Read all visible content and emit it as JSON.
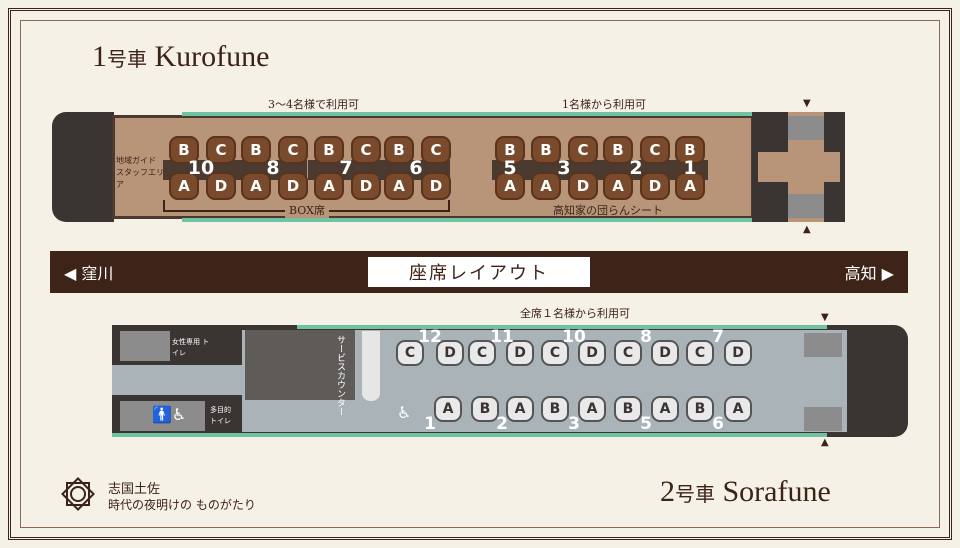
{
  "car1": {
    "title_num": "1",
    "title_suffix": "号車",
    "title_name": "Kurofune",
    "note_left": "3～4名様で利用可",
    "note_right": "1名様から利用可",
    "staff_area": "地域ガイド スタッフエリア",
    "box_label": "BOX席",
    "danran_label": "高知家の団らんシート",
    "box_tables": [
      {
        "num": "10",
        "top": [
          "B",
          "C"
        ],
        "bottom": [
          "A",
          "D"
        ]
      },
      {
        "num": "8",
        "top": [
          "B",
          "C"
        ],
        "bottom": [
          "A",
          "D"
        ]
      },
      {
        "num": "7",
        "top": [
          "B",
          "C"
        ],
        "bottom": [
          "A",
          "D"
        ]
      },
      {
        "num": "6",
        "top": [
          "B",
          "C"
        ],
        "bottom": [
          "A",
          "D"
        ]
      }
    ],
    "danran_tables": [
      {
        "num": "5",
        "top": [
          "B"
        ],
        "bottom": [
          "A"
        ]
      },
      {
        "num": "3",
        "top": [
          "B",
          "C"
        ],
        "bottom": [
          "A",
          "D"
        ]
      },
      {
        "num": "2",
        "top": [
          "B",
          "C"
        ],
        "bottom": [
          "A",
          "D"
        ]
      },
      {
        "num": "1",
        "top": [
          "B"
        ],
        "bottom": [
          "A"
        ]
      }
    ]
  },
  "banner": {
    "left": "◀ 窪川",
    "center": "座席レイアウト",
    "right": "高知 ▶"
  },
  "car2": {
    "title_num": "2",
    "title_suffix": "号車",
    "title_name": "Sorafune",
    "note": "全席１名様から利用可",
    "women_toilet": "女性専用 トイレ",
    "multi_toilet": "多目的 トイレ",
    "service_counter": "サービスカウンター",
    "top_numbers": [
      "12",
      "11",
      "10",
      "8",
      "7"
    ],
    "bottom_numbers": [
      "1",
      "2",
      "3",
      "5",
      "6"
    ],
    "top_seats": [
      "C",
      "D",
      "C",
      "D",
      "C",
      "D",
      "C",
      "D",
      "C",
      "D"
    ],
    "bottom_seats": [
      "A",
      "B",
      "A",
      "B",
      "A",
      "B",
      "A",
      "B",
      "A"
    ]
  },
  "logo": {
    "line1": "志国土佐",
    "line2": "時代の夜明けの ものがたり"
  },
  "colors": {
    "brown": "#3e2418",
    "tan": "#b89579",
    "gray": "#a9b3b8",
    "window": "#6fc3a3"
  }
}
